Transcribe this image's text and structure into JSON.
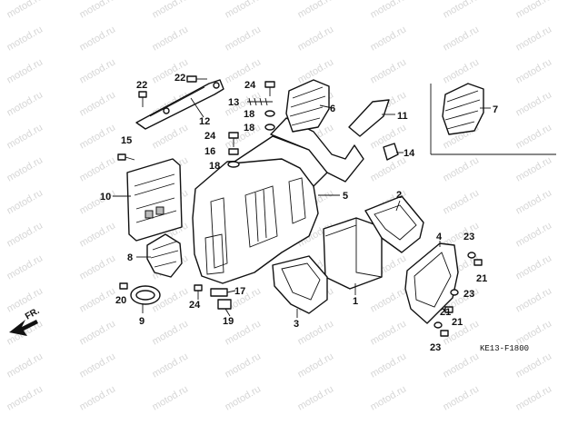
{
  "diagram": {
    "watermark": "motod.ru",
    "code": "KE13-F1800",
    "front_label": "FR.",
    "callouts": [
      {
        "id": "c1",
        "label": "1"
      },
      {
        "id": "c2",
        "label": "2"
      },
      {
        "id": "c3",
        "label": "3"
      },
      {
        "id": "c4",
        "label": "4"
      },
      {
        "id": "c5",
        "label": "5"
      },
      {
        "id": "c6",
        "label": "6"
      },
      {
        "id": "c7",
        "label": "7"
      },
      {
        "id": "c8",
        "label": "8"
      },
      {
        "id": "c9",
        "label": "9"
      },
      {
        "id": "c10",
        "label": "10"
      },
      {
        "id": "c11",
        "label": "11"
      },
      {
        "id": "c12",
        "label": "12"
      },
      {
        "id": "c13",
        "label": "13"
      },
      {
        "id": "c14",
        "label": "14"
      },
      {
        "id": "c15",
        "label": "15"
      },
      {
        "id": "c16",
        "label": "16"
      },
      {
        "id": "c17",
        "label": "17"
      },
      {
        "id": "c18a",
        "label": "18"
      },
      {
        "id": "c18b",
        "label": "18"
      },
      {
        "id": "c18c",
        "label": "18"
      },
      {
        "id": "c19",
        "label": "19"
      },
      {
        "id": "c20",
        "label": "20"
      },
      {
        "id": "c21a",
        "label": "21"
      },
      {
        "id": "c21b",
        "label": "21"
      },
      {
        "id": "c21c",
        "label": "21"
      },
      {
        "id": "c22a",
        "label": "22"
      },
      {
        "id": "c22b",
        "label": "22"
      },
      {
        "id": "c23a",
        "label": "23"
      },
      {
        "id": "c23b",
        "label": "23"
      },
      {
        "id": "c23c",
        "label": "23"
      },
      {
        "id": "c24a",
        "label": "24"
      },
      {
        "id": "c24b",
        "label": "24"
      },
      {
        "id": "c24c",
        "label": "24"
      }
    ]
  }
}
